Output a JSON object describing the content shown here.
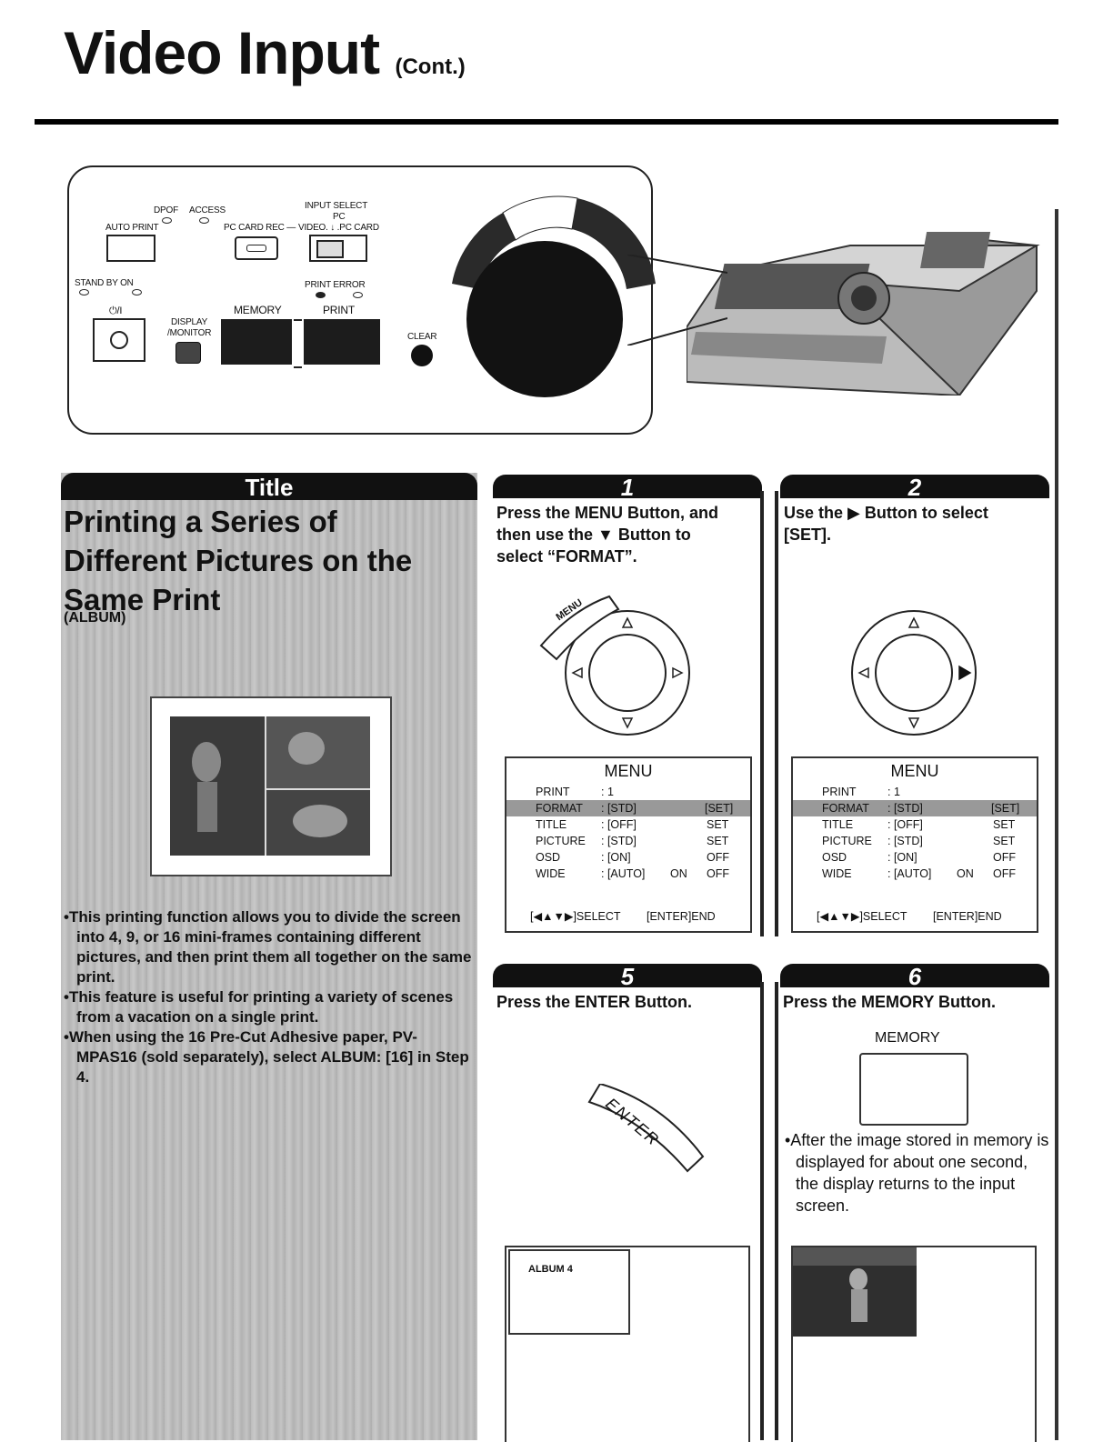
{
  "page": {
    "title": "Video Input",
    "title_sub": "(Cont.)"
  },
  "panel": {
    "dpof": "DPOF",
    "access": "ACCESS",
    "input_select": "INPUT SELECT",
    "auto_print": "AUTO PRINT",
    "pc_card_rec": "PC CARD REC —",
    "pc": "PC",
    "video_pc_card": "VIDEO. ↓ .PC CARD",
    "stand_by_on": "STAND BY  ON",
    "print_error": "PRINT  ERROR",
    "power_symbol": "⏻/I",
    "display_monitor_1": "DISPLAY",
    "display_monitor_2": "/MONITOR",
    "memory": "MEMORY",
    "print": "PRINT",
    "clear": "CLEAR"
  },
  "title_section": {
    "header": "Title",
    "heading_line1": "Printing a Series of",
    "heading_line2": "Different Pictures on the",
    "heading_line3": "Same Print",
    "album": "(ALBUM)",
    "bullets": [
      "•This printing function allows you to divide the screen into 4, 9, or 16 mini-frames containing different pictures, and then print them all together on the same print.",
      "•This feature is useful for printing a variety of scenes from a vacation on a single print.",
      "•When using the 16 Pre-Cut Adhesive paper, PV-MPAS16 (sold separately), select ALBUM: [16] in Step 4."
    ]
  },
  "steps": {
    "s1": {
      "number": "1",
      "line1": "Press the MENU Button, and",
      "line2": "then use the ▼ Button to",
      "line3": "select “FORMAT”.",
      "menu_btn": "MENU"
    },
    "s2": {
      "number": "2",
      "line1": "Use the ▶ Button to select",
      "line2": "[SET]."
    },
    "s5": {
      "number": "5",
      "line1": "Press the ENTER Button.",
      "enter_btn": "ENTER",
      "screen_label": "ALBUM 4"
    },
    "s6": {
      "number": "6",
      "line1": "Press the MEMORY Button.",
      "memory_label": "MEMORY",
      "bullet": "•After the image stored in memory is displayed for about one second, the display returns to the input screen."
    }
  },
  "menu": {
    "title": "MENU",
    "rows": [
      {
        "name": "PRINT",
        "value": ": 1",
        "a": "",
        "b": ""
      },
      {
        "name": "FORMAT",
        "value": ": [STD]",
        "a": "",
        "b": "[SET]"
      },
      {
        "name": "TITLE",
        "value": ": [OFF]",
        "a": "",
        "b": "SET"
      },
      {
        "name": "PICTURE",
        "value": ": [STD]",
        "a": "",
        "b": "SET"
      },
      {
        "name": "OSD",
        "value": ": [ON]",
        "a": "",
        "b": "OFF"
      },
      {
        "name": "WIDE",
        "value": ": [AUTO]",
        "a": "ON",
        "b": "OFF"
      }
    ],
    "footer_select": "[◀▲▼▶]SELECT",
    "footer_end": "[ENTER]END"
  }
}
